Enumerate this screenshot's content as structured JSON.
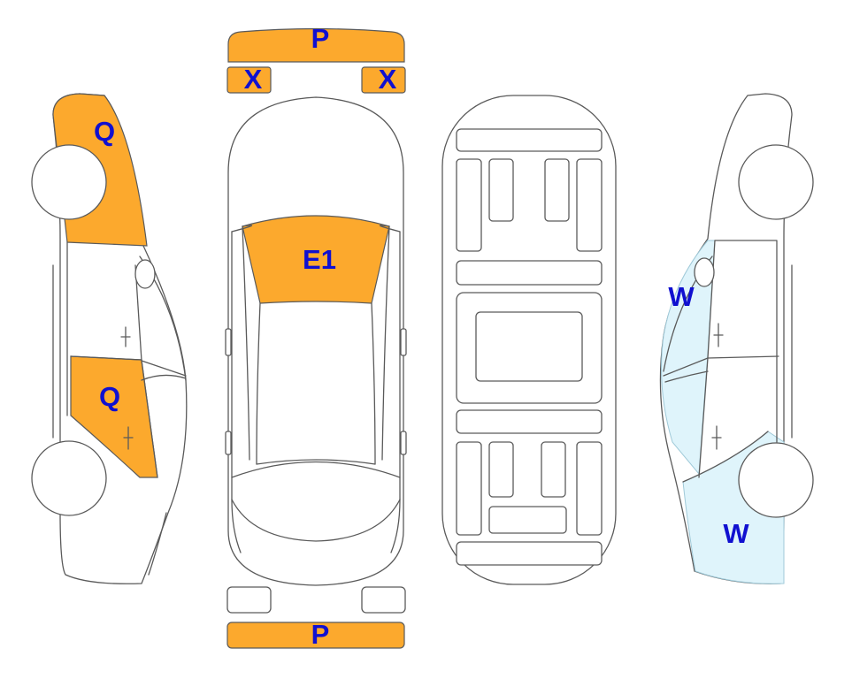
{
  "colors": {
    "damage_orange": "#FCA92D",
    "light_blue": "#DFF4FB",
    "label_blue": "#1010D0",
    "outline": "#5a5a5a"
  },
  "labels": {
    "front_bumper": "P",
    "rear_bumper": "P",
    "light_left": "X",
    "light_right": "X",
    "windshield": "E1",
    "left_front_fender": "Q",
    "left_rear_door": "Q",
    "right_rear_door": "W",
    "right_front_fender": "W"
  }
}
